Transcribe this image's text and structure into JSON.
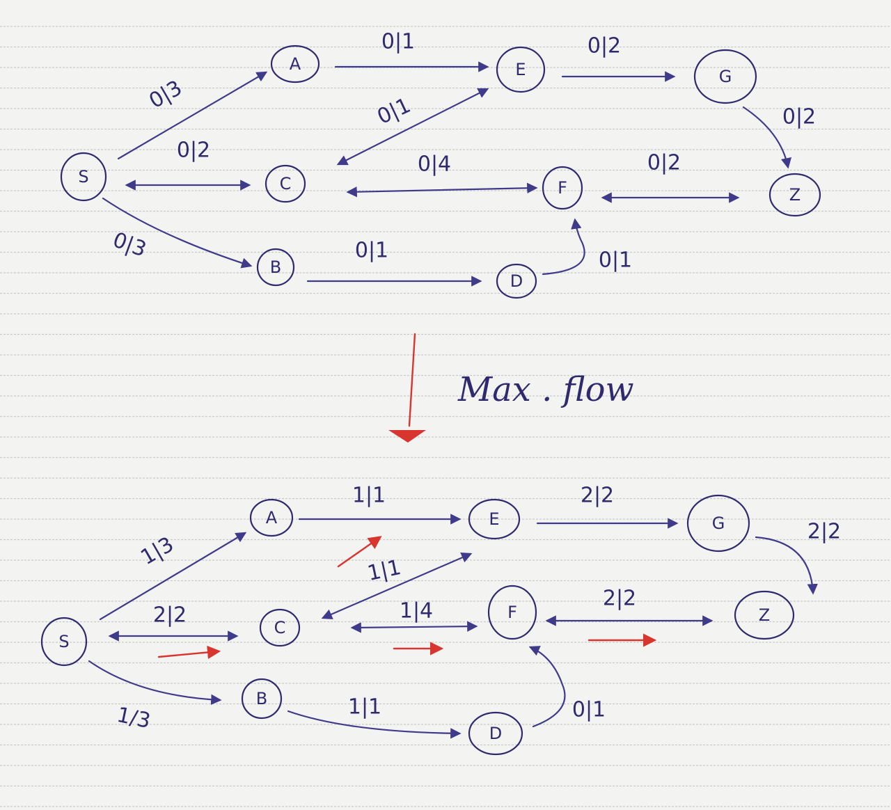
{
  "title": "Max . flow",
  "graphs": {
    "before": {
      "nodes": {
        "S": "S",
        "A": "A",
        "B": "B",
        "C": "C",
        "D": "D",
        "E": "E",
        "F": "F",
        "G": "G",
        "Z": "Z"
      },
      "edges": {
        "SA": "0|3",
        "SC": "0|2",
        "SB": "0|3",
        "AE": "0|1",
        "CE": "0|1",
        "CF": "0|4",
        "EG": "0|2",
        "GZ": "0|2",
        "FZ": "0|2",
        "BD": "0|1",
        "DF": "0|1"
      }
    },
    "after": {
      "nodes": {
        "S": "S",
        "A": "A",
        "B": "B",
        "C": "C",
        "D": "D",
        "E": "E",
        "F": "F",
        "G": "G",
        "Z": "Z"
      },
      "edges": {
        "SA": "1|3",
        "SC": "2|2",
        "SB": "1/3",
        "AE": "1|1",
        "CE": "1|1",
        "CF": "1|4",
        "EG": "2|2",
        "GZ": "2|2",
        "FZ": "2|2",
        "BD": "1|1",
        "DF": "0|1"
      }
    }
  }
}
